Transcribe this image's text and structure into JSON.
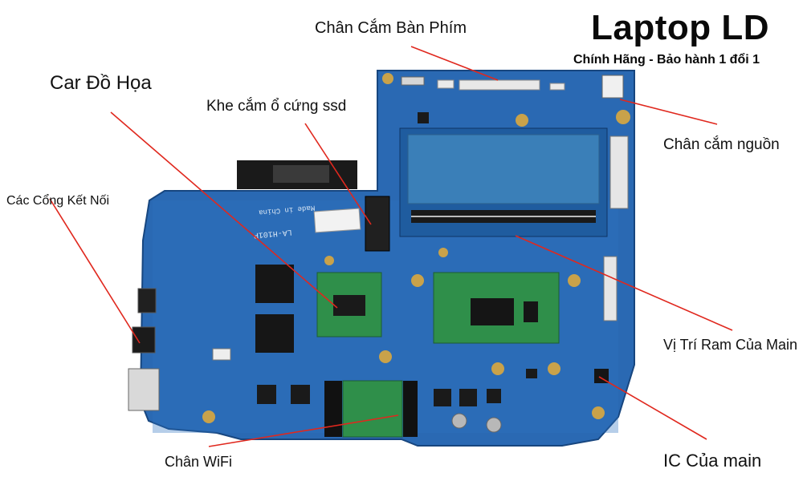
{
  "brand": {
    "title": "Laptop LD",
    "subtitle": "Chính Hãng - Bảo hành 1 đổi 1"
  },
  "board": {
    "silkscreen_made_in": "Made in China",
    "silkscreen_model": "LA-H101P"
  },
  "labels": {
    "keyboard": "Chân Cắm Bàn Phím",
    "gpu": "Car Đồ Họa",
    "ssd": "Khe cắm ổ cứng ssd",
    "ports": "Các Cổng Kết Nối",
    "power": "Chân cắm nguồn",
    "ram": "Vị Trí Ram Của Main",
    "ic": "IC Của main",
    "wifi": "Chân WiFi"
  },
  "colors": {
    "board": "#2a69b3",
    "board_dark": "#1d4f8f",
    "leader_line": "#e0281e",
    "chip": "#1a1a1a",
    "cpu_green": "#2f8f4a"
  }
}
